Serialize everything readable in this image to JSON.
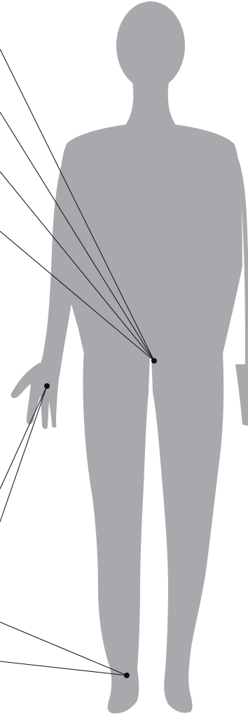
{
  "figure": {
    "background_color": "#ffffff",
    "body_color": "#a7a9ac",
    "line_color": "#1a1a1a",
    "point_color": "#111111"
  },
  "callouts": [
    {
      "target": "lower-abdomen",
      "label": ""
    },
    {
      "target": "hand",
      "label": ""
    },
    {
      "target": "ankle",
      "label": ""
    }
  ]
}
